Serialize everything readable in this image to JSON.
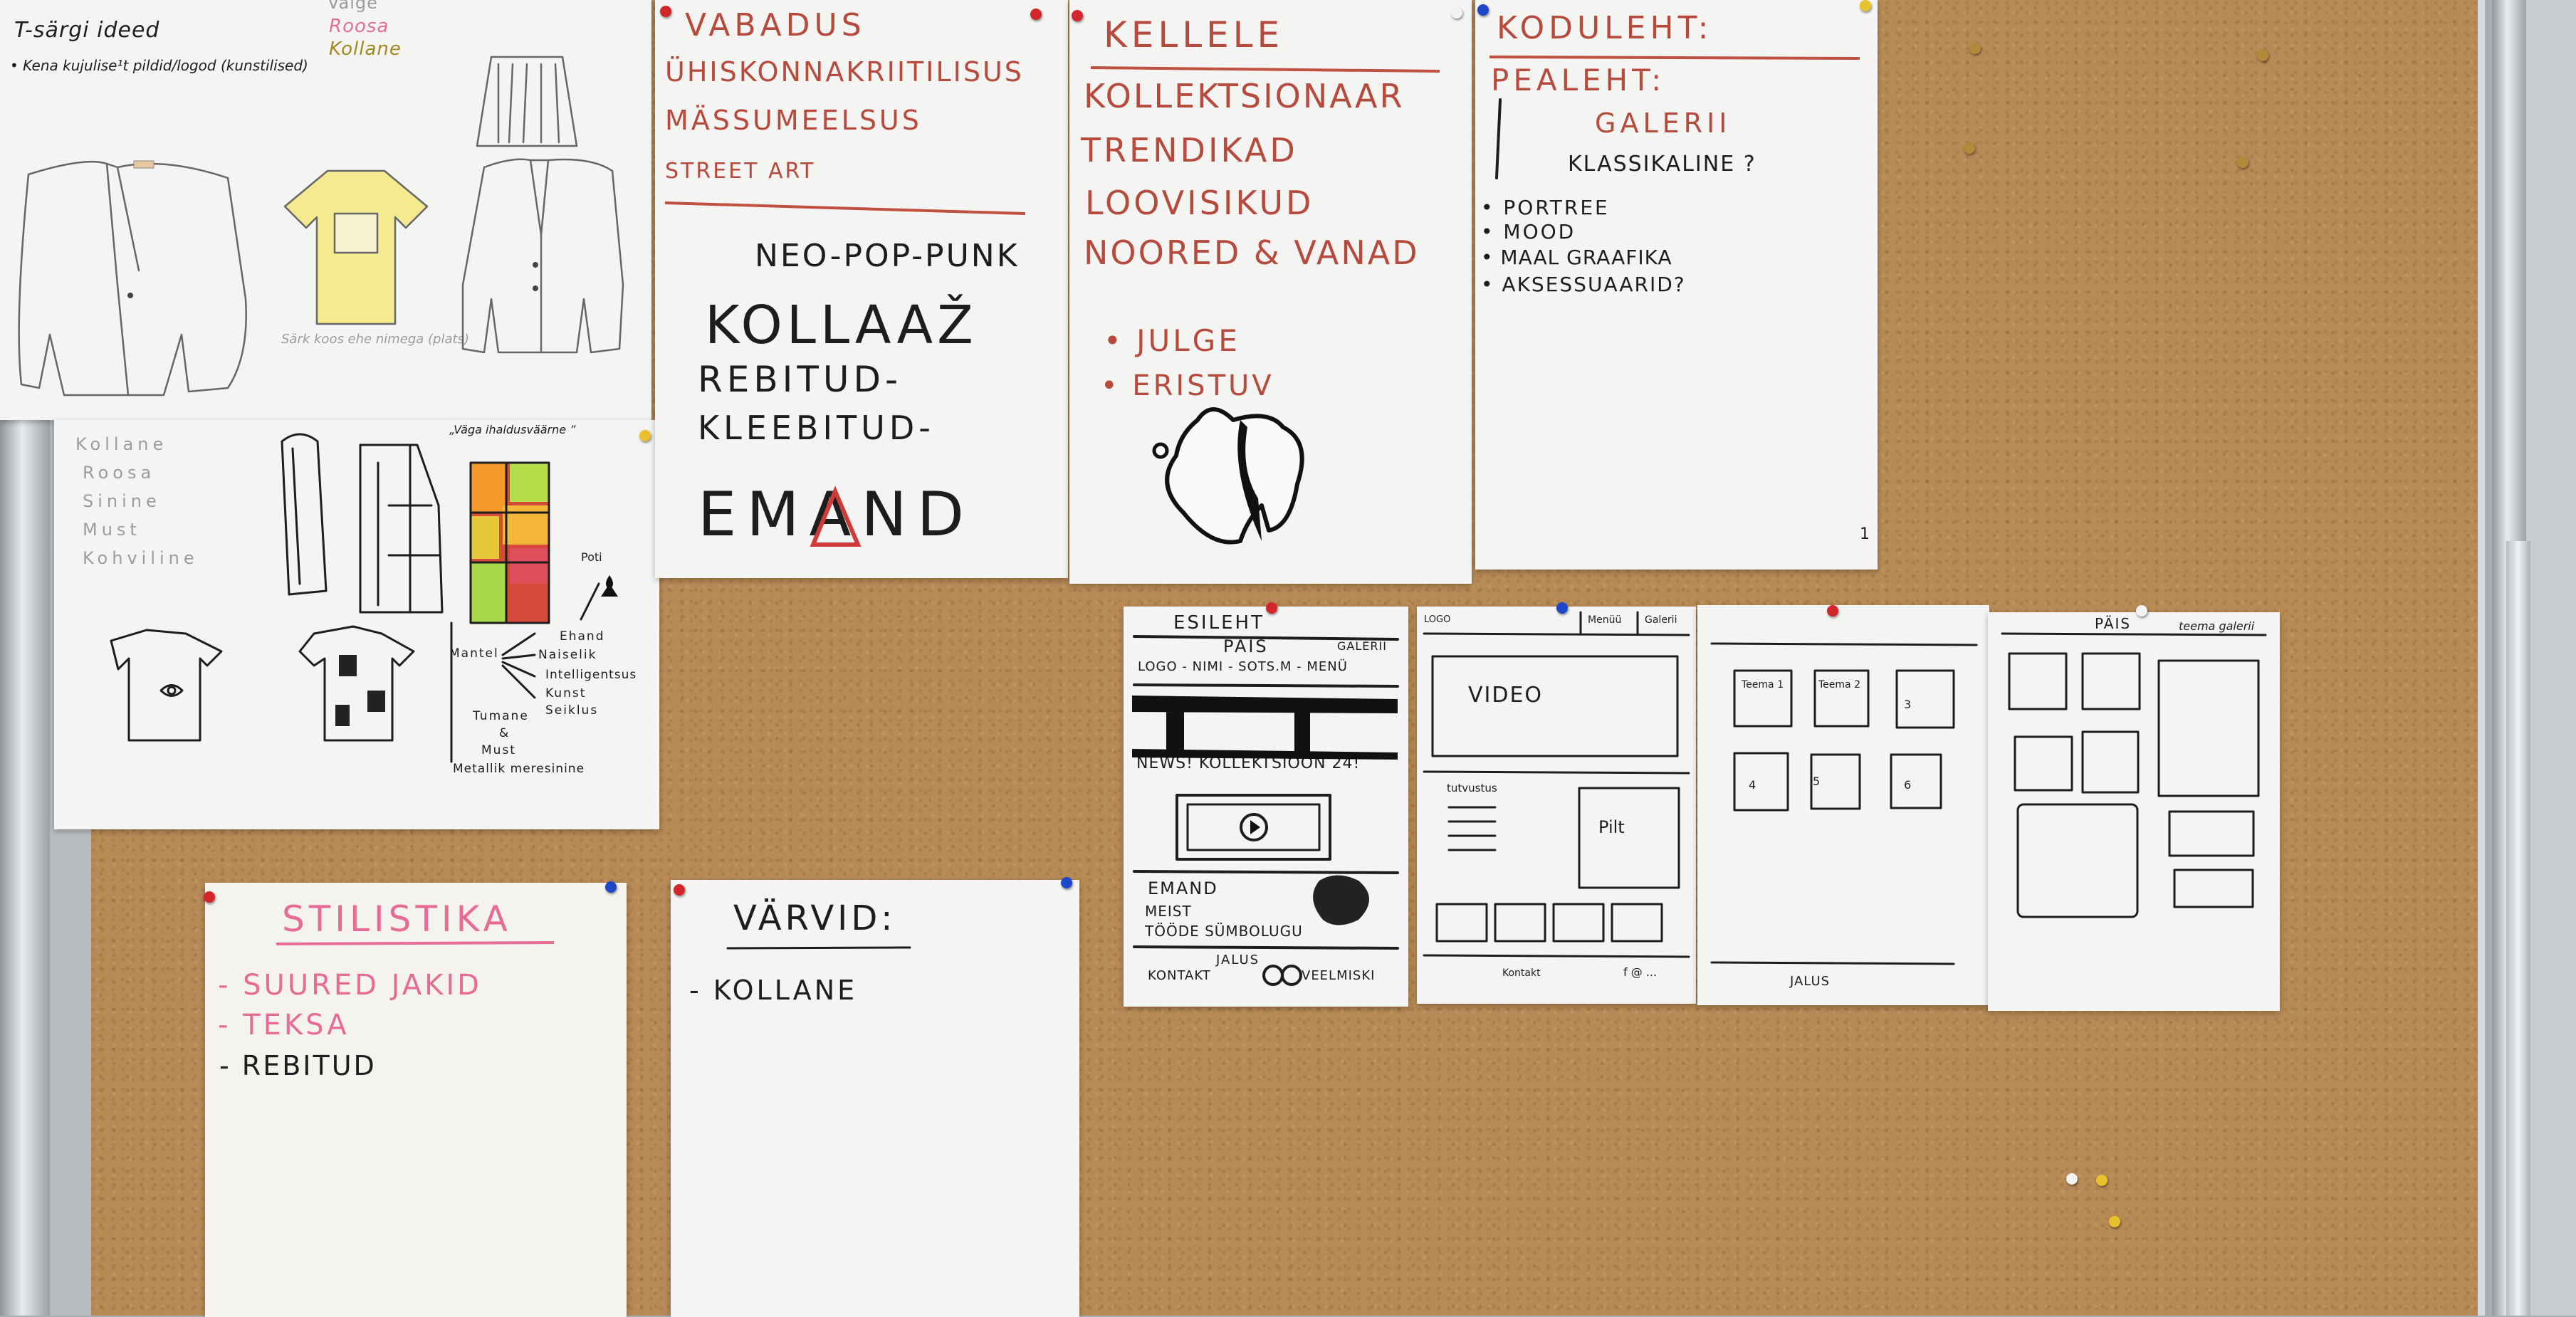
{
  "sheets": {
    "tshirt": {
      "title": "T-särgi ideed",
      "note": "• Kena kujulise¹t pildid/logod (kunstilised)",
      "colors": [
        "Valge",
        "Roosa",
        "Kollane"
      ],
      "caption": "Särk koos ehe nimega (plats)"
    },
    "colors_left": {
      "items": [
        "Kollane",
        "Roosa",
        "Sinine",
        "Must",
        "Kohviline"
      ],
      "quote": "„Väga ihaldusväärne ”",
      "labels": [
        "Poti",
        "Ehand",
        "Naiselik",
        "Intelligentsus",
        "Kunst",
        "Seiklus",
        "Mantel",
        "Tumane",
        "&",
        "Must",
        "Metallik meresinine"
      ]
    },
    "values": {
      "words": [
        "VABADUS",
        "ÜHISKONNAKRIITILISUS",
        "MÄSSUMEELSUS",
        "STREET ART"
      ],
      "style": "NEO-POP-PUNK",
      "collage": [
        "KOLLAAŽ",
        "REBITUD-",
        "KLEEBITUD-"
      ],
      "brand": "EMAND"
    },
    "audience": {
      "title": "KELLELE",
      "items": [
        "KOLLEKTSIONAAR",
        "TRENDIKAD",
        "LOOVISIKUD",
        "NOORED & VANAD"
      ],
      "traits": [
        "• JULGE",
        "• ERISTUV"
      ]
    },
    "homepage": {
      "title": "KODULEHT:",
      "subtitle": "PEALEHT:",
      "gallery": "GALERII",
      "classic": "KLASSIKALINE ?",
      "items": [
        "• PORTREE",
        "• MOOD",
        "• MAAL GRAAFIKA",
        "• AKSESSUAARID?"
      ],
      "page_num": "1"
    },
    "stilistika": {
      "title": "STILISTIKA",
      "items": [
        "- SUURED JAKID",
        "- TEKSA",
        "- REBITUD"
      ]
    },
    "varvid": {
      "title": "VÄRVID:",
      "items": [
        "- KOLLANE"
      ]
    }
  },
  "wireframes": {
    "esileht": {
      "title": "ESILEHT",
      "header": "PÄIS",
      "gallery": "GALERII",
      "nav": "LOGO - NIMI - SOTS.M - MENÜ",
      "news": "NEWS! KOLLEKTSIOON 24!",
      "about": [
        "EMAND",
        "MEIST",
        "TÖÖDE SÜMBOLUGU"
      ],
      "footer": "JALUS",
      "contact": "KONTAKT",
      "email": "VEELMISKI"
    },
    "home": {
      "logo": "LOGO",
      "menu": "Menüü",
      "gallery": "Galerii",
      "video": "VIDEO",
      "intro": "tutvustus",
      "image": "Pilt",
      "footer": "Kontakt",
      "social": "f @ ..."
    },
    "grid": {
      "items": [
        "Teema 1",
        "Teema 2",
        "3",
        "4",
        "5",
        "6"
      ],
      "footer": "JALUS"
    },
    "gallery_page": {
      "header": "PÄIS",
      "title": "teema galerii"
    }
  },
  "colors": {
    "cork": "#b88a56",
    "paper": "#f4f4f2",
    "ink_red": "#b54a3d",
    "ink_black": "#1d1d1d",
    "pink": "#e66b95"
  }
}
